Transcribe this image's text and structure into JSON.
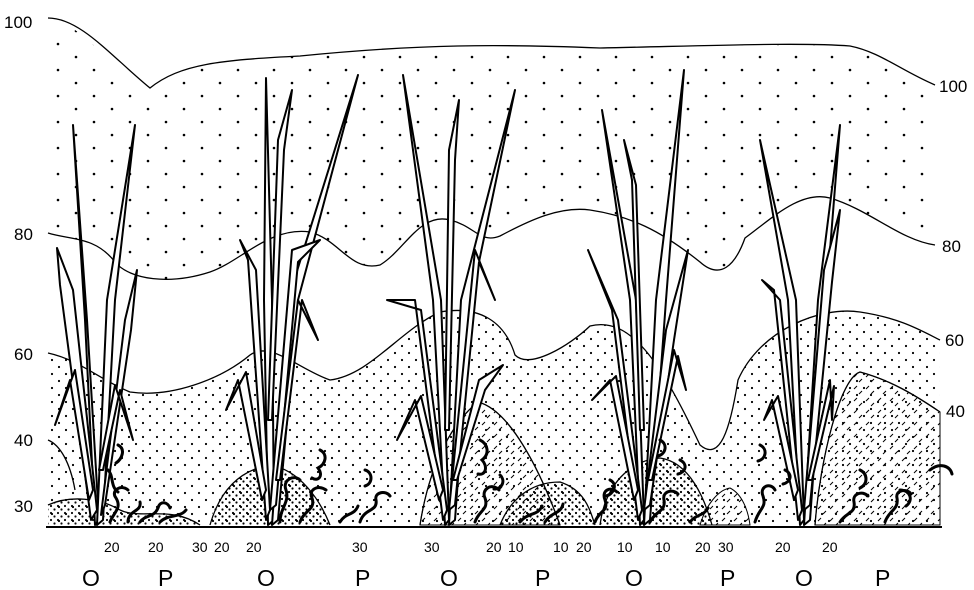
{
  "left_labels": [
    "100",
    "80",
    "60",
    "40",
    "30"
  ],
  "right_labels": [
    "100",
    "80",
    "60",
    "40"
  ],
  "depth_labels": [
    "20",
    "20",
    "30",
    "20",
    "20",
    "30",
    "30",
    "20",
    "10",
    "10",
    "20",
    "10",
    "10",
    "20",
    "30",
    "20",
    "20"
  ],
  "group_labels": [
    "O",
    "P",
    "O",
    "P",
    "O",
    "P",
    "O",
    "P",
    "O",
    "P"
  ]
}
